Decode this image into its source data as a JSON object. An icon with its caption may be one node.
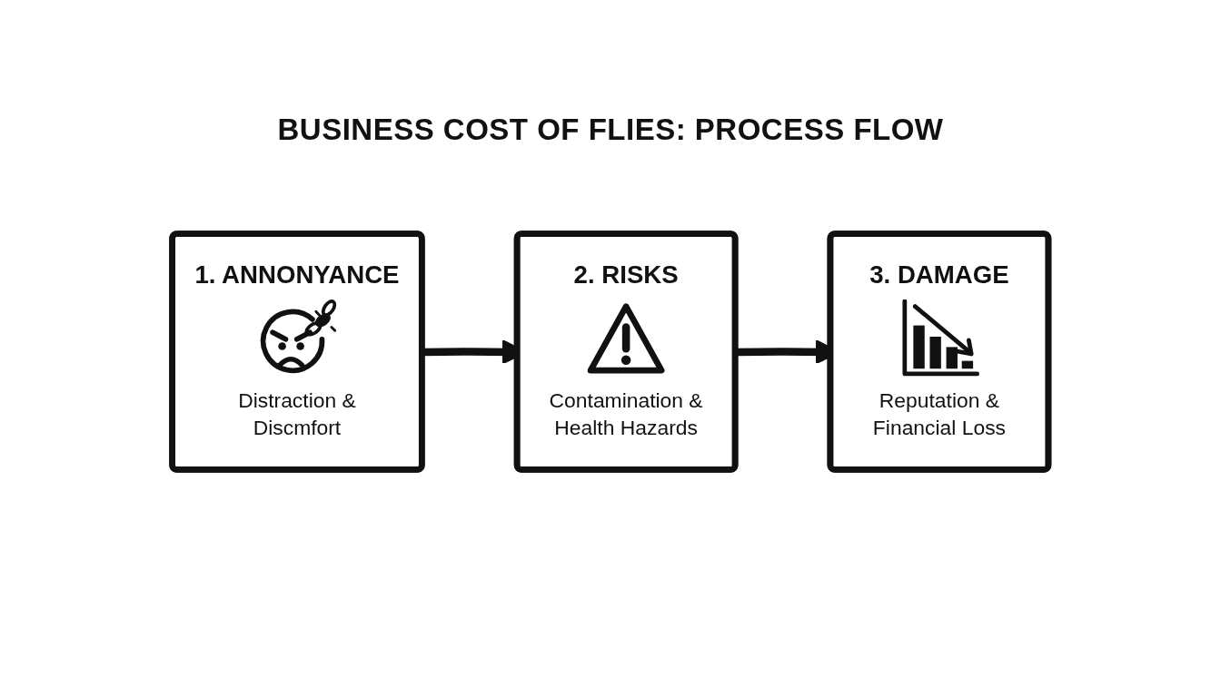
{
  "diagram": {
    "title": "BUSINESS COST OF FLIES: PROCESS FLOW",
    "nodes": [
      {
        "text": [
          "1. ANNONYANCE",
          "Distraction & Discmfort"
        ]
      },
      {
        "text": [
          "2. RISKS",
          "Contamination & Health Hazards"
        ]
      },
      {
        "text": [
          "3. DAMAGE",
          "Reputation & Financial Loss"
        ]
      }
    ],
    "edges": [
      {
        "from": 0,
        "to": 1,
        "arrow": "to"
      },
      {
        "from": 1,
        "to": 2,
        "arrow": "to"
      }
    ]
  }
}
